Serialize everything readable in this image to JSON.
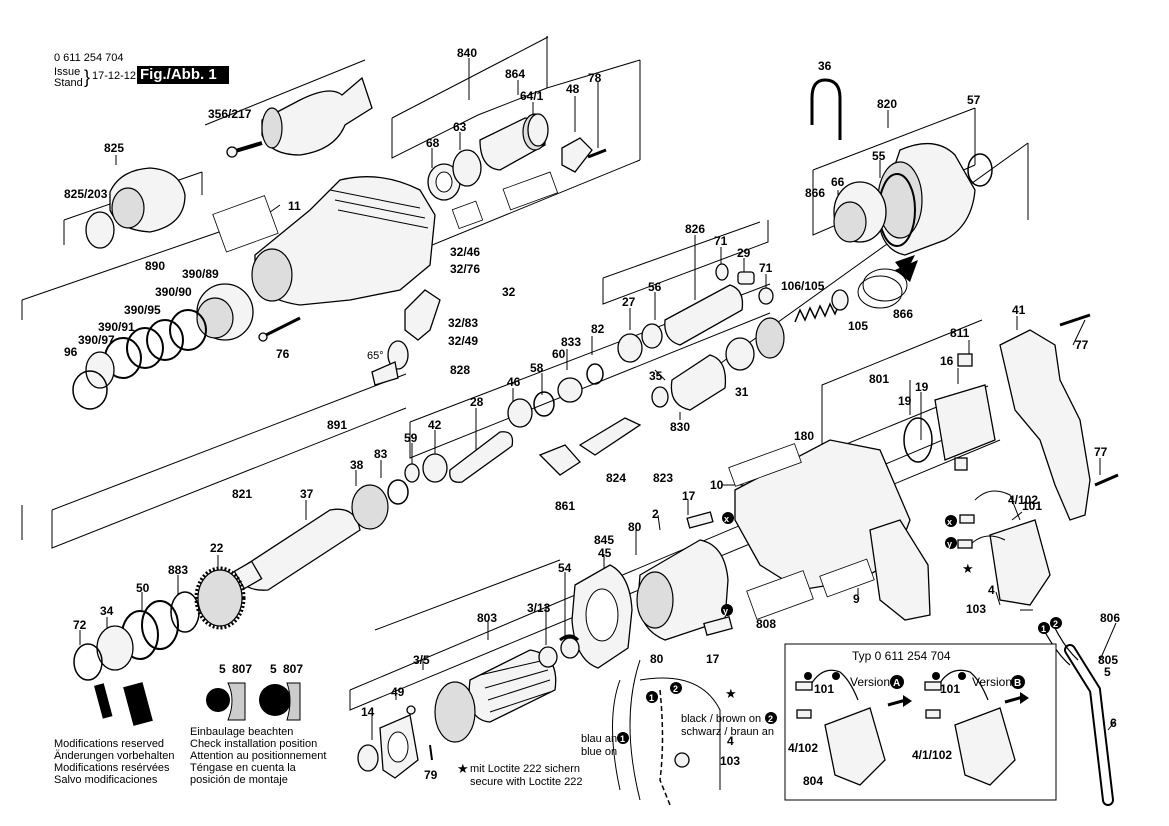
{
  "header": {
    "part_number": "0 611 254 704",
    "issue_label": "Issue",
    "stand_label": "Stand",
    "date": "17-12-12",
    "figure": "Fig./Abb. 1"
  },
  "labels": [
    {
      "id": "840",
      "text": "840"
    },
    {
      "id": "864",
      "text": "864"
    },
    {
      "id": "78",
      "text": "78"
    },
    {
      "id": "64_1",
      "text": "64/1"
    },
    {
      "id": "48",
      "text": "48"
    },
    {
      "id": "36",
      "text": "36"
    },
    {
      "id": "820",
      "text": "820"
    },
    {
      "id": "57",
      "text": "57"
    },
    {
      "id": "55",
      "text": "55"
    },
    {
      "id": "356_217",
      "text": "356/217"
    },
    {
      "id": "68",
      "text": "68"
    },
    {
      "id": "63",
      "text": "63"
    },
    {
      "id": "825",
      "text": "825"
    },
    {
      "id": "825_203",
      "text": "825/203"
    },
    {
      "id": "11",
      "text": "11"
    },
    {
      "id": "866a",
      "text": "866"
    },
    {
      "id": "66",
      "text": "66"
    },
    {
      "id": "826",
      "text": "826"
    },
    {
      "id": "71a",
      "text": "71"
    },
    {
      "id": "29",
      "text": "29"
    },
    {
      "id": "71b",
      "text": "71"
    },
    {
      "id": "32_46",
      "text": "32/46"
    },
    {
      "id": "32_76",
      "text": "32/76"
    },
    {
      "id": "890",
      "text": "890"
    },
    {
      "id": "390_89",
      "text": "390/89"
    },
    {
      "id": "390_90",
      "text": "390/90"
    },
    {
      "id": "390_95",
      "text": "390/95"
    },
    {
      "id": "390_91",
      "text": "390/91"
    },
    {
      "id": "390_97",
      "text": "390/97"
    },
    {
      "id": "96",
      "text": "96"
    },
    {
      "id": "32",
      "text": "32"
    },
    {
      "id": "27",
      "text": "27"
    },
    {
      "id": "56",
      "text": "56"
    },
    {
      "id": "106_105",
      "text": "106/105"
    },
    {
      "id": "41",
      "text": "41"
    },
    {
      "id": "105",
      "text": "105"
    },
    {
      "id": "866b",
      "text": "866"
    },
    {
      "id": "77a",
      "text": "77"
    },
    {
      "id": "32_83",
      "text": "32/83"
    },
    {
      "id": "32_49",
      "text": "32/49"
    },
    {
      "id": "76",
      "text": "76"
    },
    {
      "id": "65deg",
      "text": "65°"
    },
    {
      "id": "833",
      "text": "833"
    },
    {
      "id": "82",
      "text": "82"
    },
    {
      "id": "811",
      "text": "811"
    },
    {
      "id": "60",
      "text": "60"
    },
    {
      "id": "58",
      "text": "58"
    },
    {
      "id": "46",
      "text": "46"
    },
    {
      "id": "828",
      "text": "828"
    },
    {
      "id": "16",
      "text": "16"
    },
    {
      "id": "35",
      "text": "35"
    },
    {
      "id": "31",
      "text": "31"
    },
    {
      "id": "801",
      "text": "801"
    },
    {
      "id": "19a",
      "text": "19"
    },
    {
      "id": "19b",
      "text": "19"
    },
    {
      "id": "28",
      "text": "28"
    },
    {
      "id": "830",
      "text": "830"
    },
    {
      "id": "891",
      "text": "891"
    },
    {
      "id": "42",
      "text": "42"
    },
    {
      "id": "59",
      "text": "59"
    },
    {
      "id": "180",
      "text": "180"
    },
    {
      "id": "77b",
      "text": "77"
    },
    {
      "id": "38",
      "text": "38"
    },
    {
      "id": "83",
      "text": "83"
    },
    {
      "id": "824",
      "text": "824"
    },
    {
      "id": "823",
      "text": "823"
    },
    {
      "id": "10",
      "text": "10"
    },
    {
      "id": "101",
      "text": "101"
    },
    {
      "id": "4_102",
      "text": "4/102"
    },
    {
      "id": "821",
      "text": "821"
    },
    {
      "id": "37",
      "text": "37"
    },
    {
      "id": "861",
      "text": "861"
    },
    {
      "id": "17a",
      "text": "17"
    },
    {
      "id": "2",
      "text": "2"
    },
    {
      "id": "80a",
      "text": "80"
    },
    {
      "id": "22",
      "text": "22"
    },
    {
      "id": "845",
      "text": "845"
    },
    {
      "id": "45",
      "text": "45"
    },
    {
      "id": "883",
      "text": "883"
    },
    {
      "id": "50",
      "text": "50"
    },
    {
      "id": "34",
      "text": "34"
    },
    {
      "id": "54",
      "text": "54"
    },
    {
      "id": "9",
      "text": "9"
    },
    {
      "id": "4",
      "text": "4"
    },
    {
      "id": "103",
      "text": "103"
    },
    {
      "id": "72",
      "text": "72"
    },
    {
      "id": "3_13",
      "text": "3/13"
    },
    {
      "id": "803",
      "text": "803"
    },
    {
      "id": "808",
      "text": "808"
    },
    {
      "id": "806",
      "text": "806"
    },
    {
      "id": "80b",
      "text": "80"
    },
    {
      "id": "17b",
      "text": "17"
    },
    {
      "id": "805",
      "text": "805"
    },
    {
      "id": "5r",
      "text": "5"
    },
    {
      "id": "3_5",
      "text": "3/5"
    },
    {
      "id": "5a",
      "text": "5"
    },
    {
      "id": "807a",
      "text": "807"
    },
    {
      "id": "5b",
      "text": "5"
    },
    {
      "id": "807b",
      "text": "807"
    },
    {
      "id": "49",
      "text": "49"
    },
    {
      "id": "14",
      "text": "14"
    },
    {
      "id": "79",
      "text": "79"
    },
    {
      "id": "6",
      "text": "6"
    },
    {
      "id": "4w",
      "text": "4"
    },
    {
      "id": "103w",
      "text": "103"
    }
  ],
  "inset": {
    "title": "Typ 0 611 254 704",
    "version_a": "Version",
    "version_a_badge": "A",
    "version_b": "Version",
    "version_b_badge": "B",
    "labels_a": {
      "l101": "101",
      "l4_102": "4/102",
      "l804": "804"
    },
    "labels_b": {
      "l101": "101",
      "l4_1_102": "4/1/102"
    }
  },
  "wiring": {
    "black_brown_1": "black / brown on",
    "black_brown_2": "schwarz / braun an",
    "blue_1": "blau an",
    "blue_2": "blue on"
  },
  "loctite": {
    "line1": "mit Loctite 222 sichern",
    "line2": "secure with Loctite 222"
  },
  "modifications": [
    "Modifications reserved",
    "Änderungen vorbehalten",
    "Modifications resérvées",
    "Salvo modificaciones"
  ],
  "install_check": [
    "Einbaulage beachten",
    "Check installation position",
    "Attention au positionnement",
    "Téngase en cuenta la",
    "posición de montaje"
  ]
}
